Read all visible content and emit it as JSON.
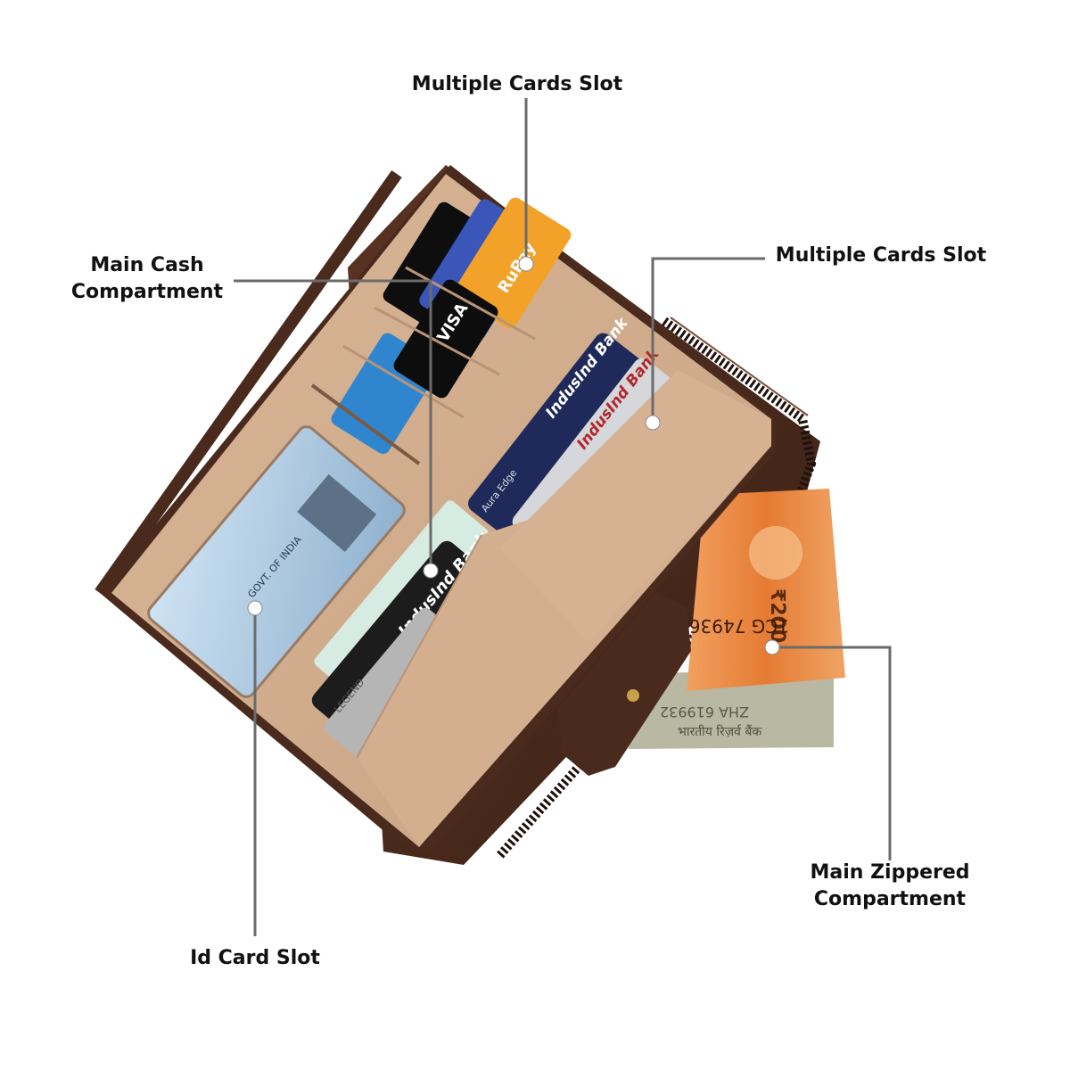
{
  "colors": {
    "leather": "#4a2a1c",
    "lining": "#d2ad8c",
    "leader_line": "#6b6b6b",
    "marker": "#ffffff",
    "label_text": "#111111",
    "note_200": "#e9833a",
    "note_500": "#b9b8a3"
  },
  "callouts": {
    "cards_slot_top": {
      "lines": [
        "Multiple Cards Slot"
      ]
    },
    "cards_slot_right": {
      "lines": [
        "Multiple Cards Slot"
      ]
    },
    "cash_compartment": {
      "lines": [
        "Main Cash",
        "Compartment"
      ]
    },
    "zippered_compartment": {
      "lines": [
        "Main Zippered",
        "Compartment"
      ]
    },
    "id_card_slot": {
      "lines": [
        "Id Card Slot"
      ]
    }
  },
  "wallet_print": {
    "card_brands": [
      "VISA",
      "RuPay",
      "IndusInd Bank",
      "IndusInd Bank",
      "IndusInd Bank",
      "Aura Edge",
      "LEGEND"
    ],
    "note_denomination": "₹200",
    "note_serial": "1CG 749367",
    "id_issuer": "GOVT. OF INDIA"
  }
}
